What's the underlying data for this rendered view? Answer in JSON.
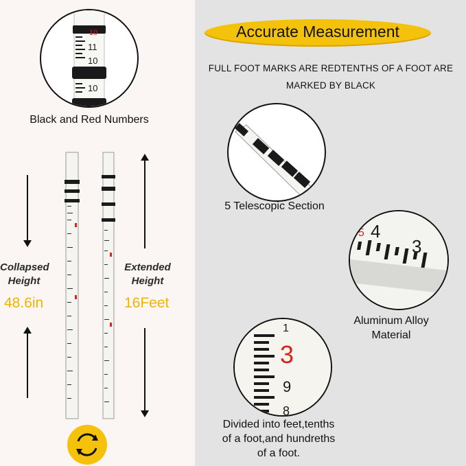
{
  "header": {
    "title": "Accurate Measurement"
  },
  "subtitle": {
    "line1": "FULL FOOT MARKS ARE REDTENTHS OF A FOOT ARE",
    "line2": "MARKED BY BLACK"
  },
  "features": {
    "numbers": "Black and Red Numbers",
    "telescopic": "5 Telescopic Section",
    "material_line1": "Aluminum Alloy",
    "material_line2": "Material",
    "divided_line1": "Divided into feet,tenths",
    "divided_line2": "of a foot,and hundreths",
    "divided_line3": "of a foot."
  },
  "collapsed": {
    "label_line1": "Collapsed",
    "label_line2": "Height",
    "value": "48.6in"
  },
  "extended": {
    "label_line1": "Extended",
    "label_line2": "Height",
    "value": "16Feet"
  },
  "colors": {
    "accent": "#f5c20b",
    "red_numbers": "#d9231e",
    "black_marks": "#111111"
  },
  "icons": {
    "rotate": "rotate-360-icon"
  }
}
